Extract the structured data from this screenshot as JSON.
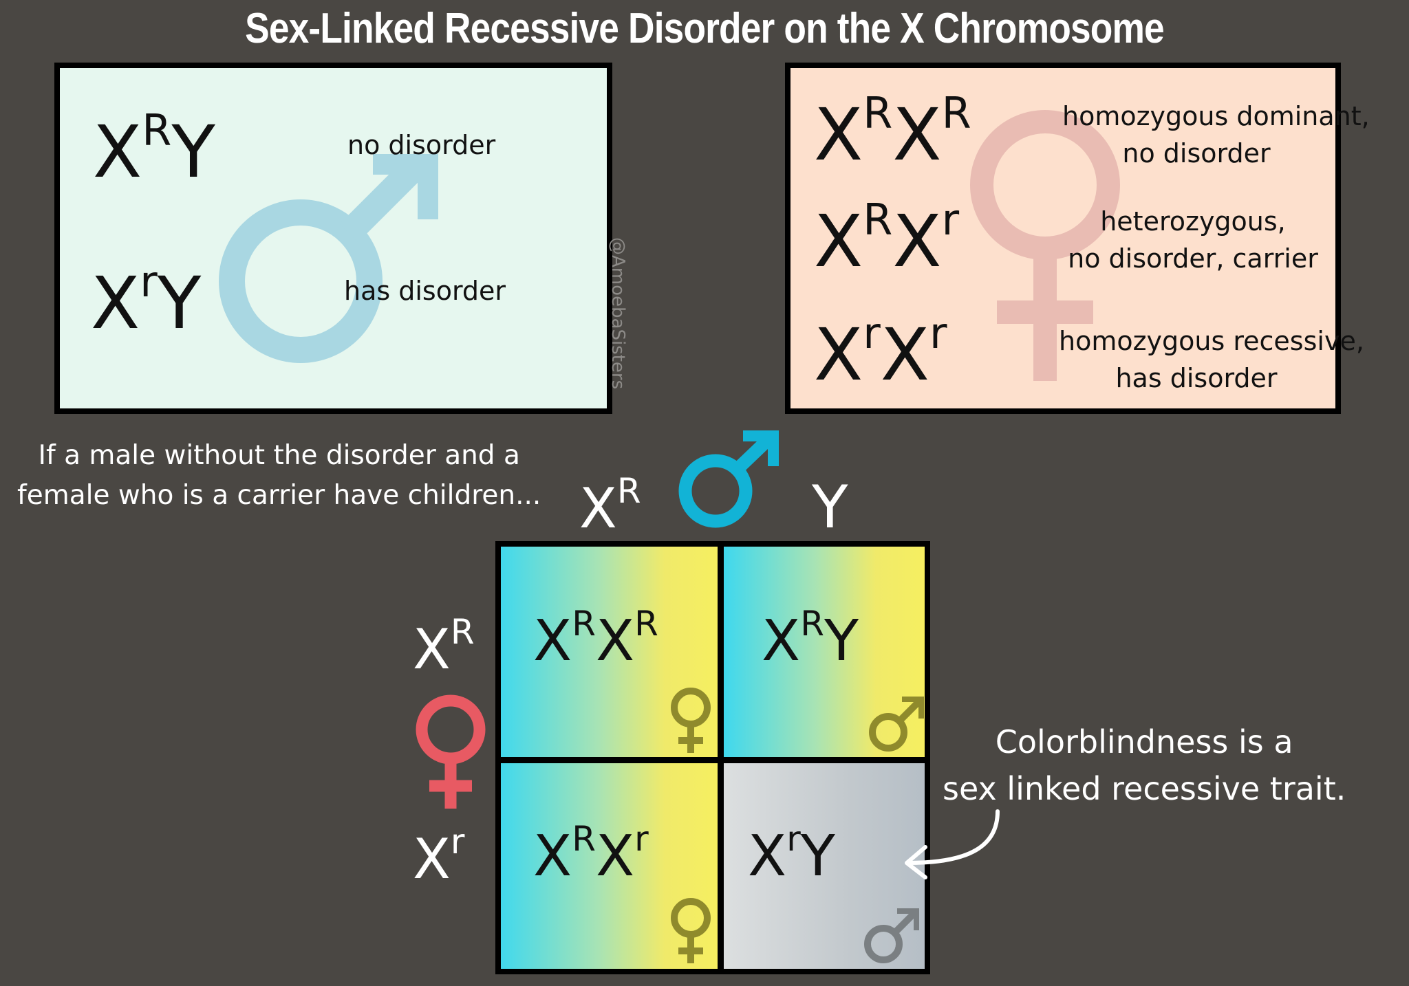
{
  "title": "Sex-Linked Recessive Disorder on the X Chromosome",
  "male_panel": {
    "rows": [
      {
        "base": "X",
        "allele": "R",
        "second": "Y",
        "label": "no disorder"
      },
      {
        "base": "X",
        "allele": "r",
        "second": "Y",
        "label": "has disorder"
      }
    ],
    "symbol": "male-symbol"
  },
  "watermark": "@AmoebaSisters",
  "female_panel": {
    "rows": [
      {
        "a1": "R",
        "a2": "R",
        "label_line1": "homozygous dominant,",
        "label_line2": "no disorder"
      },
      {
        "a1": "R",
        "a2": "r",
        "label_line1": "heterozygous,",
        "label_line2": "no disorder, carrier"
      },
      {
        "a1": "r",
        "a2": "r",
        "label_line1": "homozygous recessive,",
        "label_line2": "has disorder"
      }
    ],
    "symbol": "female-symbol"
  },
  "intro_note": {
    "line1": "If a male without the disorder and a",
    "line2": "female who is a carrier have children..."
  },
  "punnett": {
    "top": [
      {
        "base": "X",
        "allele": "R"
      },
      {
        "base": "Y",
        "allele": ""
      }
    ],
    "left": [
      {
        "base": "X",
        "allele": "R"
      },
      {
        "base": "X",
        "allele": "r"
      }
    ],
    "cells": [
      {
        "x1": "R",
        "x2": "R",
        "second": "X",
        "sex": "female"
      },
      {
        "x1": "R",
        "x2": "",
        "second": "Y",
        "sex": "male"
      },
      {
        "x1": "R",
        "x2": "r",
        "second": "X",
        "sex": "female"
      },
      {
        "x1": "r",
        "x2": "",
        "second": "Y",
        "sex": "male"
      }
    ]
  },
  "colors": {
    "background": "#4a4743",
    "male_symbol_panel": "#a9d7e2",
    "female_symbol_panel": "#e9bcb3",
    "male_symbol_top": "#12b3d6",
    "female_symbol_left": "#e85a63",
    "cell_symbol_olive": "#8f8a2c",
    "cell_symbol_grey": "#7a7f82"
  },
  "callout": {
    "line1": "Colorblindness is a",
    "line2": "sex linked recessive trait."
  }
}
